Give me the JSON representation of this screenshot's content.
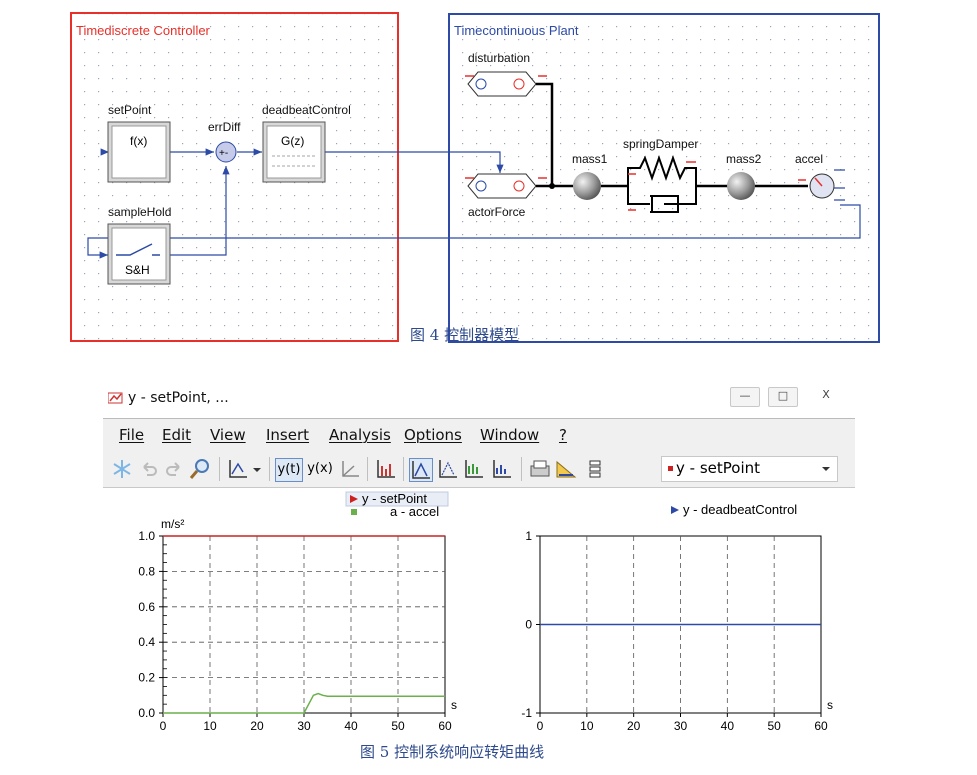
{
  "diagram": {
    "controller_group": {
      "title": "Timediscrete Controller",
      "color": "#e8302a"
    },
    "plant_group": {
      "title": "Timecontinuous Plant",
      "color": "#2c4aa6"
    },
    "blocks": {
      "setPoint": {
        "name": "setPoint",
        "text": "f(x)"
      },
      "errDiff": {
        "name": "errDiff",
        "text": "+-"
      },
      "deadbeatControl": {
        "name": "deadbeatControl",
        "text": "G(z)"
      },
      "sampleHold": {
        "name": "sampleHold",
        "text": "S&H"
      },
      "disturbation": {
        "name": "disturbation"
      },
      "actorForce": {
        "name": "actorForce"
      },
      "mass1": {
        "name": "mass1"
      },
      "springDamper": {
        "name": "springDamper"
      },
      "mass2": {
        "name": "mass2"
      },
      "accel": {
        "name": "accel"
      }
    },
    "figure_caption": "图 4 控制器模型"
  },
  "window": {
    "title": "y - setPoint, ...",
    "controls": {
      "minimize": "—",
      "maximize": "□",
      "close": "X"
    },
    "menu": [
      "File",
      "Edit",
      "View",
      "Insert",
      "Analysis",
      "Options",
      "Window",
      "?"
    ],
    "toolbar": {
      "icons": [
        "snowflake-icon",
        "undo-icon",
        "redo-icon",
        "zoom-icon",
        "chart-type-icon",
        "y-of-t-icon",
        "y-of-x-icon",
        "axes-icon",
        "bar-chart-icon",
        "line-chart-icon",
        "area-chart-icon",
        "bracket-chart-icon",
        "bracket2-chart-icon",
        "export-icon",
        "ruler-icon",
        "list-icon"
      ],
      "yt_label": "y(t)",
      "yx_label": "y(x)",
      "variable_select": "y - setPoint",
      "variable_color": "#cc2222"
    }
  },
  "chart_data": [
    {
      "type": "line",
      "ylabel": "m/s²",
      "xlabel": "s",
      "xlim": [
        0,
        60
      ],
      "ylim": [
        0,
        1
      ],
      "xticks": [
        0,
        10,
        20,
        30,
        40,
        50,
        60
      ],
      "yticks": [
        "0.0",
        "0.2",
        "0.4",
        "0.6",
        "0.8",
        "1.0"
      ],
      "grid": true,
      "legend_placement": "top-right",
      "series": [
        {
          "name": "y - setPoint",
          "color": "#cc2222",
          "marker": "triangle",
          "x": [
            0,
            60
          ],
          "y": [
            1.0,
            1.0
          ]
        },
        {
          "name": "a - accel",
          "color": "#6ab04c",
          "marker": "square",
          "x": [
            0,
            30,
            31,
            32,
            33,
            34,
            35,
            36,
            40,
            50,
            60
          ],
          "y": [
            0,
            0,
            0.05,
            0.1,
            0.11,
            0.1,
            0.095,
            0.095,
            0.095,
            0.095,
            0.095
          ]
        }
      ]
    },
    {
      "type": "line",
      "xlabel": "s",
      "xlim": [
        0,
        60
      ],
      "ylim": [
        -1,
        1
      ],
      "xticks": [
        0,
        10,
        20,
        30,
        40,
        50,
        60
      ],
      "yticks": [
        "-1",
        "0",
        "1"
      ],
      "grid": true,
      "legend_placement": "top-right",
      "series": [
        {
          "name": "y - deadbeatControl",
          "color": "#2c4aa6",
          "marker": "triangle",
          "x": [
            0,
            60
          ],
          "y": [
            0,
            0
          ]
        }
      ]
    }
  ],
  "figure_caption_2": "图 5 控制系统响应转矩曲线"
}
